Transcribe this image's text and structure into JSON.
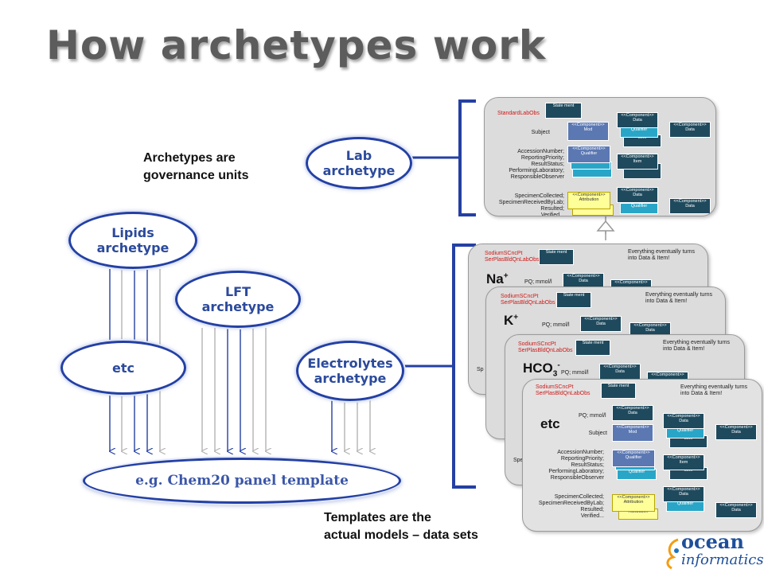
{
  "title": "How archetypes work",
  "ovals": {
    "lab": [
      "Lab",
      "archetype"
    ],
    "lipids": [
      "Lipids",
      "archetype"
    ],
    "lft": [
      "LFT",
      "archetype"
    ],
    "etc": "etc",
    "electrolytes": [
      "Electrolytes",
      "archetype"
    ],
    "template": "e.g. Chem20 panel template"
  },
  "notes": {
    "governance": [
      "Archetypes are",
      "governance units"
    ],
    "templates": [
      "Templates are the",
      "actual models – data sets"
    ]
  },
  "lab_panel": {
    "name": "StandardLabObs",
    "statement": "State ment",
    "left_labels": {
      "subject": "Subject",
      "group1": [
        "AccessionNumber;",
        "ReportingPriority;",
        "ResultStatus;",
        "PerformingLaboratory;",
        "ResponsibleObserver"
      ],
      "group2": [
        "SpecimenCollected;",
        "SpecimenReceivedByLab;",
        "Resulted;",
        "Verified..."
      ]
    },
    "component_label": "<<Component>>",
    "box_words": {
      "data": "Data",
      "mod": "Mod",
      "qualifier": "Qualifier",
      "item": "Item",
      "attribution": "Attribution"
    }
  },
  "stack_panels": [
    {
      "code": "SodiumSCncPt",
      "code2": "SerPlasBldQnLabObs",
      "ion": "Na",
      "ion_sup": "+",
      "pq": "PQ; mmol/l",
      "note": [
        "Everything eventually turns",
        "into Data & Item!"
      ]
    },
    {
      "code": "SodiumSCncPt",
      "code2": "SerPlasBldQnLabObs",
      "ion": "K",
      "ion_sup": "+",
      "pq": "PQ; mmol/l",
      "note": [
        "Everything eventually turns",
        "into Data & Item!"
      ]
    },
    {
      "code": "SodiumSCncPt",
      "code2": "SerPlasBldQnLabObs",
      "ion": "HCO",
      "ion_sub": "3",
      "ion_sup": "-",
      "pq": "PQ; mmol/l",
      "note": [
        "Everything eventually turns",
        "into Data & Item!"
      ]
    },
    {
      "code": "SodiumSCncPt",
      "code2": "SerPlasBldQnLabObs",
      "ion": "etc",
      "pq": "PQ; mmol/l",
      "note": [
        "Everything eventually turns",
        "into Data & Item!"
      ]
    }
  ],
  "hidden_label_fragments": {
    "sp": "Sp",
    "spe": "Spe"
  },
  "logo": {
    "line1": "ocean",
    "line2": "informatics"
  },
  "colors": {
    "blue": "#2440a4",
    "title": "#5c5c5c",
    "panel": "#dcdcdc",
    "dark_box": "#1f4a5e",
    "teal_box": "#29a6c7"
  }
}
